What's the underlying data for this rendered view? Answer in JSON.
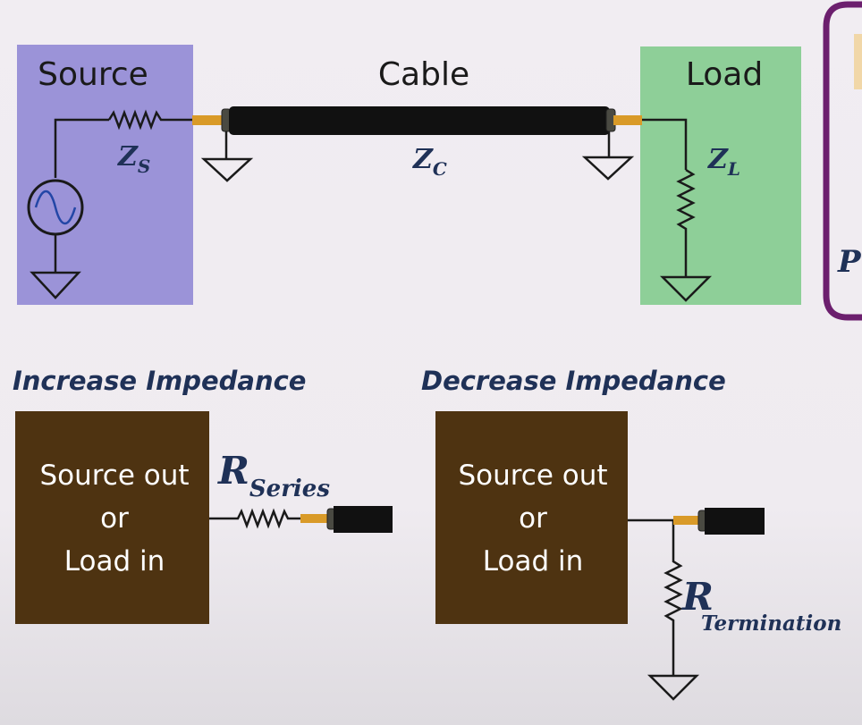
{
  "top": {
    "source_label": "Source",
    "cable_label": "Cable",
    "load_label": "Load",
    "zs": {
      "base": "Z",
      "sub": "S"
    },
    "zc": {
      "base": "Z",
      "sub": "C"
    },
    "zl": {
      "base": "Z",
      "sub": "L"
    },
    "side_panel_letter": "P"
  },
  "increase": {
    "heading": "Increase Impedance",
    "box_lines": [
      "Source out",
      "or",
      "Load in"
    ],
    "resistor": {
      "base": "R",
      "sub": "Series"
    }
  },
  "decrease": {
    "heading": "Decrease Impedance",
    "box_lines": [
      "Source out",
      "or",
      "Load in"
    ],
    "resistor": {
      "base": "R",
      "sub": "Termination"
    }
  },
  "colors": {
    "source_box": "#9b93d8",
    "load_box": "#8ecf98",
    "brown_box": "#4e3311",
    "cable": "#111111",
    "connector": "#d99a28",
    "side_panel_border": "#6c1f6e"
  }
}
